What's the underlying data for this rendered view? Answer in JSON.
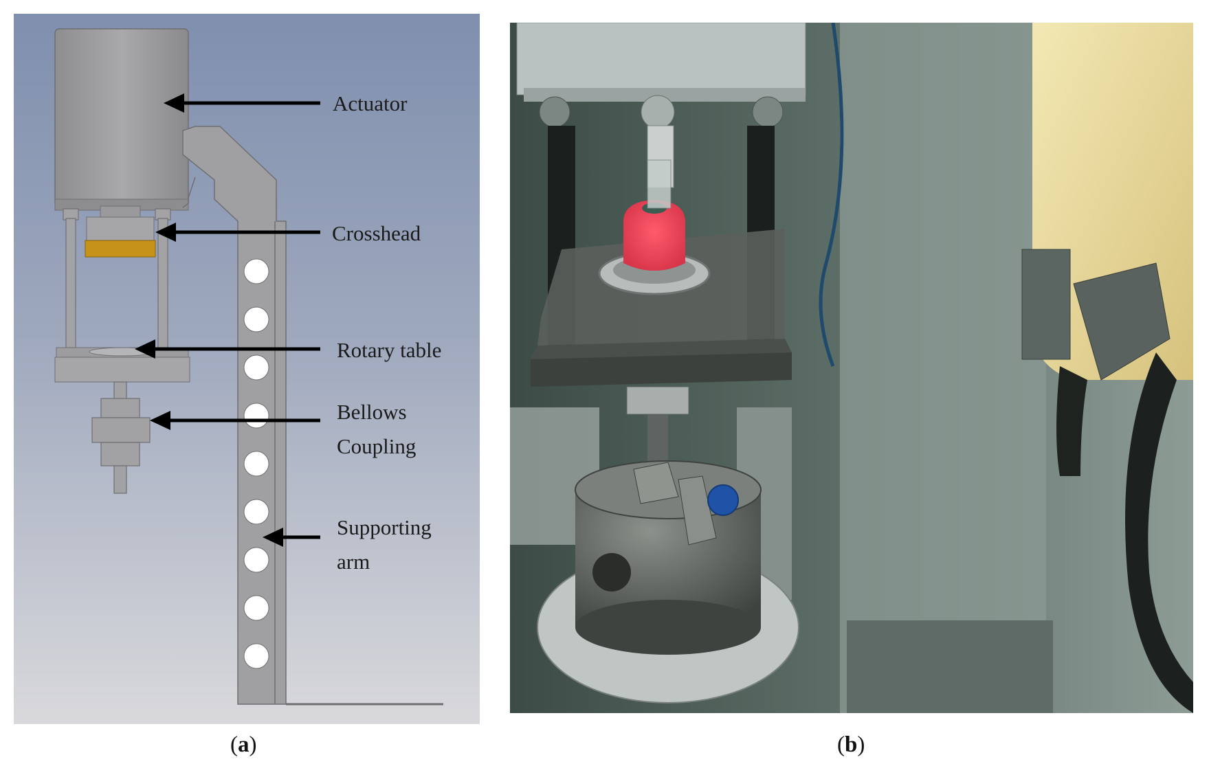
{
  "panel_a": {
    "labels": {
      "actuator": "Actuator",
      "crosshead": "Crosshead",
      "rotary_table": "Rotary table",
      "bellows_line1": "Bellows",
      "bellows_line2": "Coupling",
      "arm_line1": "Supporting",
      "arm_line2": "arm"
    },
    "caption_letter": "a"
  },
  "panel_b": {
    "caption_letter": "b"
  },
  "colors": {
    "background_top": "#7f8fae",
    "background_bottom": "#d7d8dc",
    "metal": "#9c9c9e",
    "crosshead_band": "#c6921a"
  }
}
